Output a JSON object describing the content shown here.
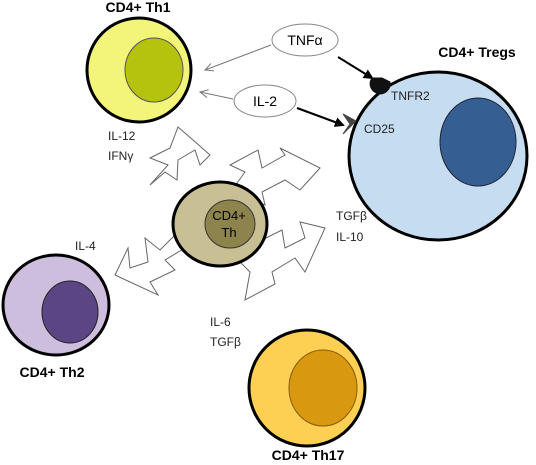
{
  "cells": {
    "th1": {
      "label": "CD4+ Th1",
      "fill": "#f3f57a",
      "nucleus": "#b5c20e"
    },
    "th2": {
      "label": "CD4+ Th2",
      "fill": "#cdbede",
      "nucleus": "#5c4585"
    },
    "th17": {
      "label": "CD4+ Th17",
      "fill": "#fdcf52",
      "nucleus": "#d8980f"
    },
    "tregs": {
      "label": "CD4+ Tregs",
      "fill": "#c6dcf1",
      "nucleus": "#355f93"
    },
    "th": {
      "label_line1": "CD4+",
      "label_line2": "Th",
      "fill": "#c9bf95",
      "nucleus": "#8d834c"
    }
  },
  "receptors": {
    "tnfr2": "TNFR2",
    "cd25": "CD25"
  },
  "signals": {
    "tnfa": "TNFα",
    "il2": "IL-2"
  },
  "cytokines": {
    "th1_line1": "IL-12",
    "th1_line2": "IFNγ",
    "th2": "IL-4",
    "th17_line1": "IL-6",
    "th17_line2": "TGFβ",
    "treg_line1": "TGFβ",
    "treg_line2": "IL-10"
  }
}
